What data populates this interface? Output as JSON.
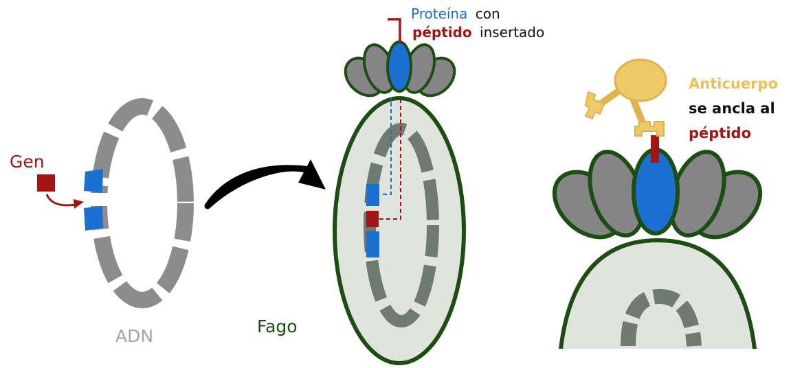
{
  "labels": {
    "gen": "Gen",
    "adn": "ADN",
    "fago": "Fago",
    "proteina": "Proteína",
    "con": "con",
    "peptido": "péptido",
    "insertado": "insertado",
    "anticuerpo": "Anticuerpo",
    "se_ancla_al": "se ancla al",
    "peptido_right": "péptido"
  },
  "colors": {
    "gene_red": "#a31515",
    "blue": "#1a6fd0",
    "gray_segment": "#8c8c8c",
    "dark_segment": "#6f7a70",
    "phage_fill": "#dfe5dd",
    "phage_outline": "#1c4d12",
    "petal": "#858585",
    "antibody": "#eec96a",
    "antibody_outline": "#e0b24c",
    "arrow": "#000000",
    "adn_label": "#a3a3a3",
    "fago_label": "#1c4d12"
  }
}
